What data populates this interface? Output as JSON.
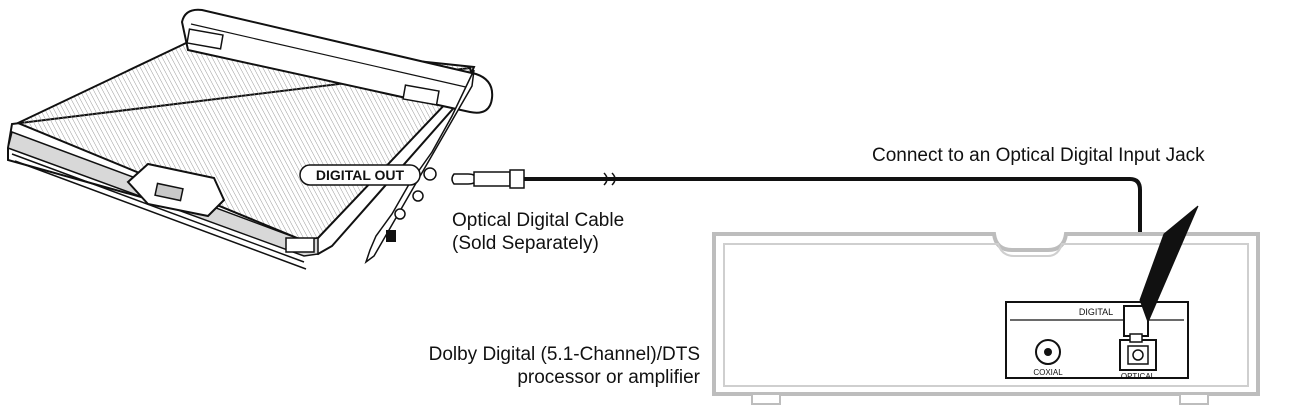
{
  "labels": {
    "connect_jack": "Connect to an Optical Digital Input Jack",
    "cable_line1": "Optical Digital Cable",
    "cable_line2": "(Sold Separately)",
    "processor_line1": "Dolby Digital (5.1-Channel)/DTS",
    "processor_line2": "processor or amplifier"
  },
  "device_labels": {
    "digital_out": "DIGITAL OUT",
    "digital": "DIGITAL",
    "coaxial": "COXIAL",
    "optical": "OPTICAL"
  },
  "colors": {
    "ink": "#111111",
    "panel_outline": "#bdbdbd",
    "laptop_shade": "#d8d8d8"
  }
}
